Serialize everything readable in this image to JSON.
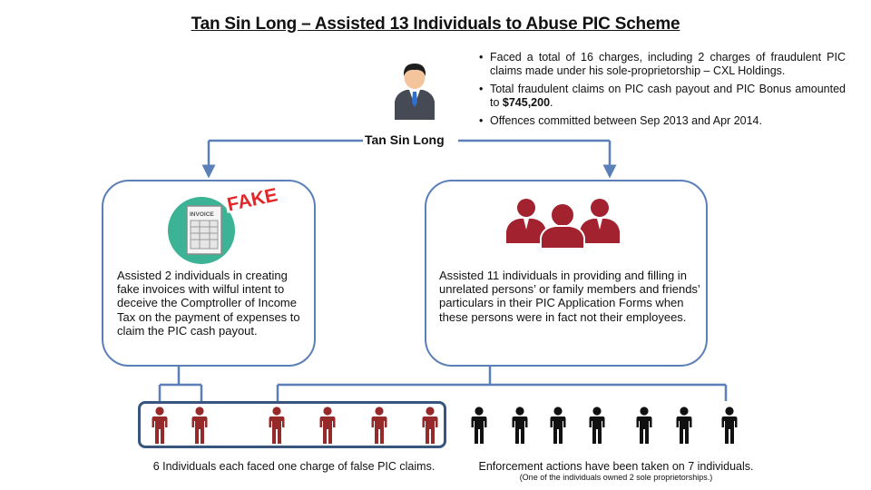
{
  "title": "Tan Sin Long – Assisted 13 Individuals to Abuse PIC Scheme",
  "person": {
    "name": "Tan Sin Long",
    "icon": "businessman-icon"
  },
  "facts": {
    "item1": "Faced a total of 16 charges, including 2 charges of fraudulent PIC claims made under his sole-proprietorship – CXL Holdings.",
    "item2_pre": "Total fraudulent claims on PIC cash payout and PIC Bonus amounted to ",
    "item2_amount": "$745,200",
    "item2_post": ".",
    "item3": "Offences committed between Sep 2013 and Apr 2014."
  },
  "left_card": {
    "icon": "fake-invoice-icon",
    "invoice_label": "INVOICE",
    "stamp_label": "FAKE",
    "text": "Assisted 2 individuals in creating fake invoices with wilful intent to deceive the Comptroller of Income Tax on the payment of expenses to claim the PIC cash payout."
  },
  "right_card": {
    "icon": "people-group-icon",
    "text": "Assisted 11 individuals in providing and filling in unrelated persons’ or family members and friends’ particulars in their PIC Application Forms when these persons were in fact not their employees."
  },
  "outcomes": {
    "charged_count": 6,
    "enforced_count": 7,
    "charged_caption": "6 Individuals  each faced one charge of false PIC claims.",
    "enforced_caption": "Enforcement actions have  been taken on 7 individuals.",
    "enforced_note": "(One of the individuals owned 2 sole proprietorships.)"
  },
  "colors": {
    "line": "#5b7fb8",
    "group_border": "#38557e",
    "charged_figure": "#962a2a",
    "enforced_figure": "#111111",
    "people_icon": "#a3222f",
    "invoice_circle": "#3bb394",
    "fake_red": "#e3262a"
  }
}
